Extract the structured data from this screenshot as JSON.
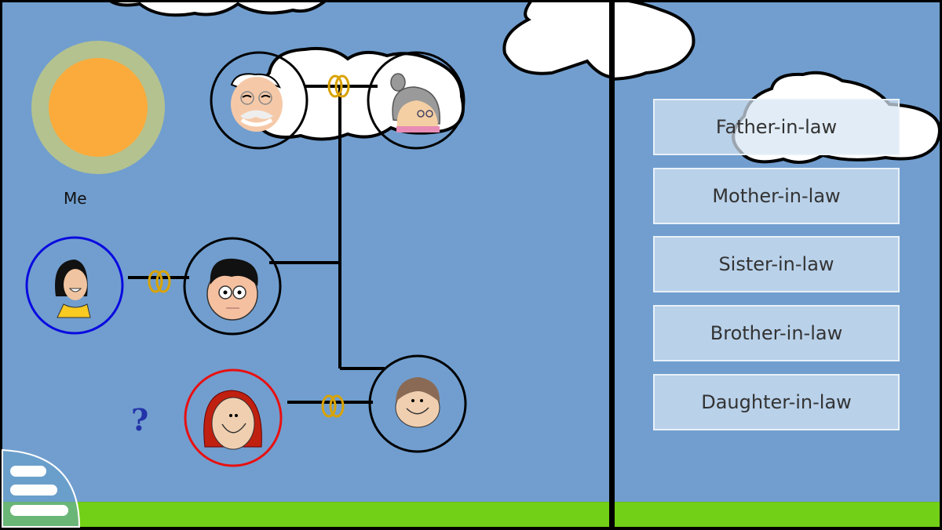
{
  "game": {
    "me_label": "Me",
    "question_mark": "?",
    "people": [
      {
        "id": "grandfather",
        "icon": "old-man-face"
      },
      {
        "id": "grandmother",
        "icon": "old-woman-face"
      },
      {
        "id": "me-woman",
        "icon": "woman-face"
      },
      {
        "id": "husband",
        "icon": "boy-with-glasses-face"
      },
      {
        "id": "target-woman",
        "icon": "red-haired-woman-face"
      },
      {
        "id": "brother",
        "icon": "brown-haired-boy-face"
      }
    ],
    "answers": [
      {
        "label": "Father-in-law"
      },
      {
        "label": "Mother-in-law"
      },
      {
        "label": "Sister-in-law"
      },
      {
        "label": "Brother-in-law"
      },
      {
        "label": "Daughter-in-law"
      }
    ],
    "colors": {
      "sky": "#719ecf",
      "grass": "#72d016",
      "sun": "#fbab3b",
      "sun_ring": "#b4c28f",
      "ring_gold": "#d9a300",
      "me_circle": "#0a0ae0",
      "target_circle": "#e81010"
    }
  }
}
